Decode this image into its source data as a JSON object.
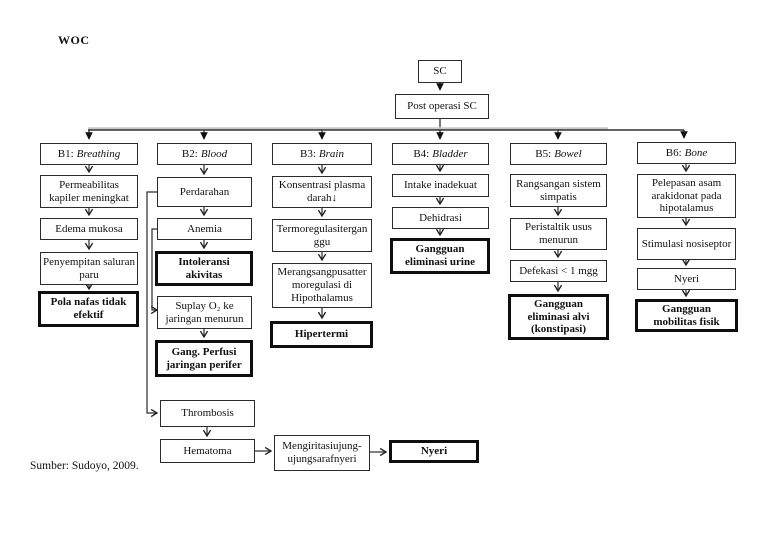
{
  "page": {
    "title": "WOC",
    "source": "Sumber: Sudoyo, 2009."
  },
  "trunk": {
    "sc": "SC",
    "post_op": "Post operasi SC"
  },
  "branches": {
    "b1": {
      "code": "B1:",
      "name": "Breathing",
      "nodes": {
        "n1": "Permeabilitas kapiler meningkat",
        "n2": "Edema mukosa",
        "n3": "Penyempitan saluran paru",
        "outcome": "Pola nafas tidak efektif"
      }
    },
    "b2": {
      "code": "B2:",
      "name": "Blood",
      "nodes": {
        "n1": "Perdarahan",
        "n2": "Anemia",
        "outcome1": "Intoleransi akivitas",
        "n3": "Suplay O₂ ke jaringan menurun",
        "outcome2": "Gang. Perfusi jaringan perifer",
        "n4": "Thrombosis",
        "n5": "Hematoma"
      }
    },
    "b3": {
      "code": "B3:",
      "name": "Brain",
      "nodes": {
        "n1": "Konsentrasi plasma darah↓",
        "n2": "Termoregulasiterganggu",
        "n3": "Merangsangpusattermoregulasi di Hipothalamus",
        "outcome": "Hipertermi"
      }
    },
    "b4": {
      "code": "B4:",
      "name": "Bladder",
      "nodes": {
        "n1": "Intake inadekuat",
        "n2": "Dehidrasi",
        "outcome": "Gangguan eliminasi urine"
      }
    },
    "b5": {
      "code": "B5:",
      "name": "Bowel",
      "nodes": {
        "n1": "Rangsangan sistem simpatis",
        "n2": "Peristaltik usus menurun",
        "n3": "Defekasi < 1 mgg",
        "outcome": "Gangguan eliminasi alvi (konstipasi)"
      }
    },
    "b6": {
      "code": "B6:",
      "name": "Bone",
      "nodes": {
        "n1": "Pelepasan asam arakidonat pada hipotalamus",
        "n2": "Stimulasi nosiseptor",
        "n3": "Nyeri",
        "outcome": "Gangguan mobilitas fisik"
      }
    }
  },
  "pain_path": {
    "n1": "Mengiritasiujung-ujungsarafnyeri",
    "outcome": "Nyeri"
  },
  "colors": {
    "line": "#333333",
    "box_border": "#2b2b2b",
    "outcome_border": "#0e0e0e",
    "background": "#ffffff"
  }
}
